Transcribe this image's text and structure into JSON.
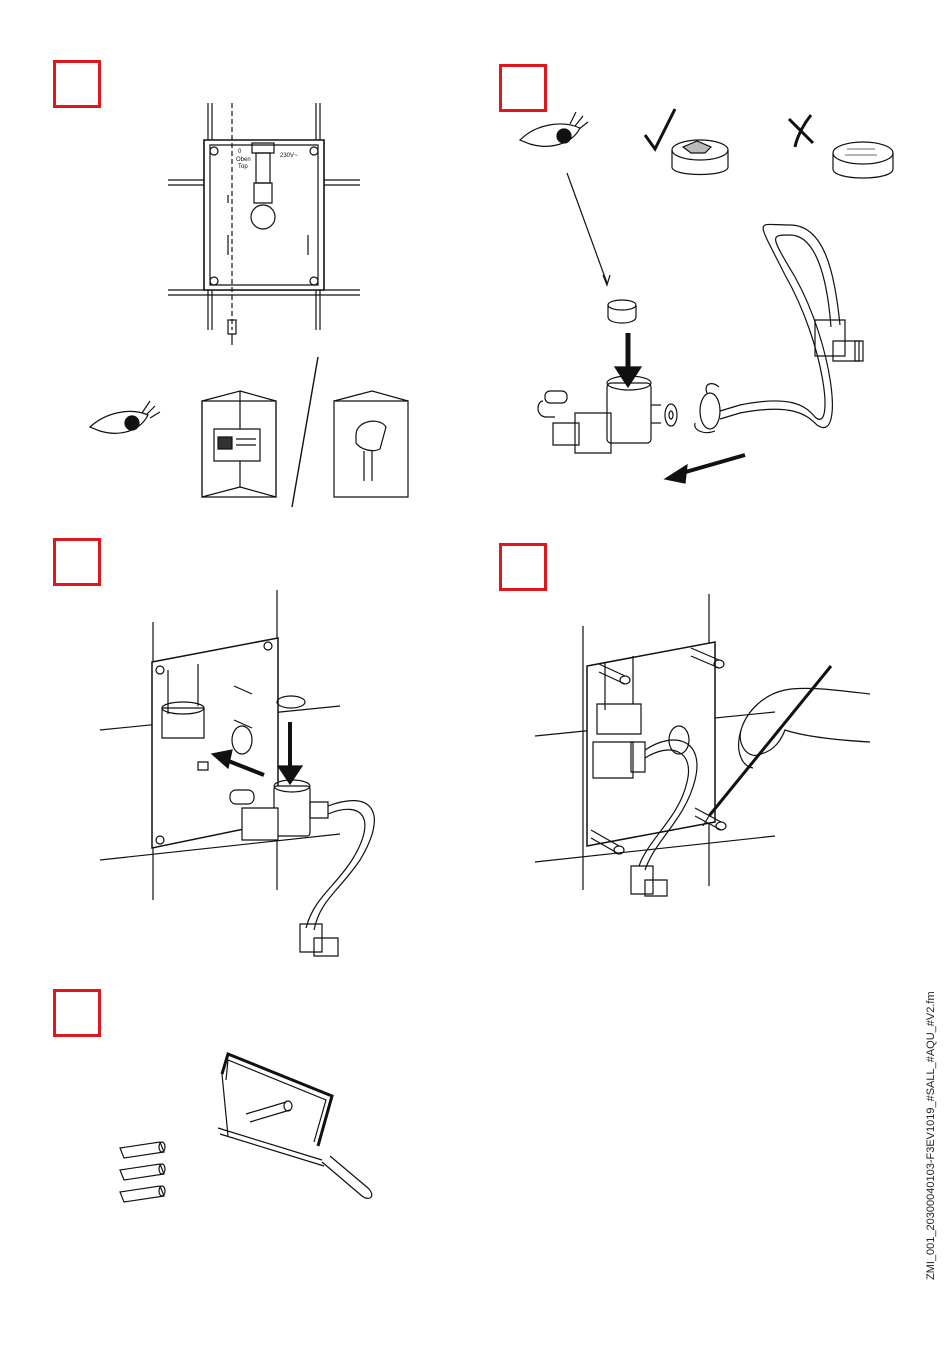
{
  "steps": [
    {
      "id": 1,
      "marker": ""
    },
    {
      "id": 2,
      "marker": ""
    },
    {
      "id": 3,
      "marker": ""
    },
    {
      "id": 4,
      "marker": ""
    },
    {
      "id": 5,
      "marker": ""
    }
  ],
  "step1": {
    "panel_label_top": "Oben",
    "panel_label_bottom": "Top",
    "panel_label_number": "0",
    "panel_warning": "230V~"
  },
  "footer": {
    "doc_code": "ZMI_001_20300040103-F3EV1019_#SALL_#AQU_#V2.fm"
  },
  "colors": {
    "step_marker": "#e0161b",
    "line": "#111111"
  },
  "icons": [
    "eye-icon",
    "check-icon",
    "cross-icon"
  ]
}
